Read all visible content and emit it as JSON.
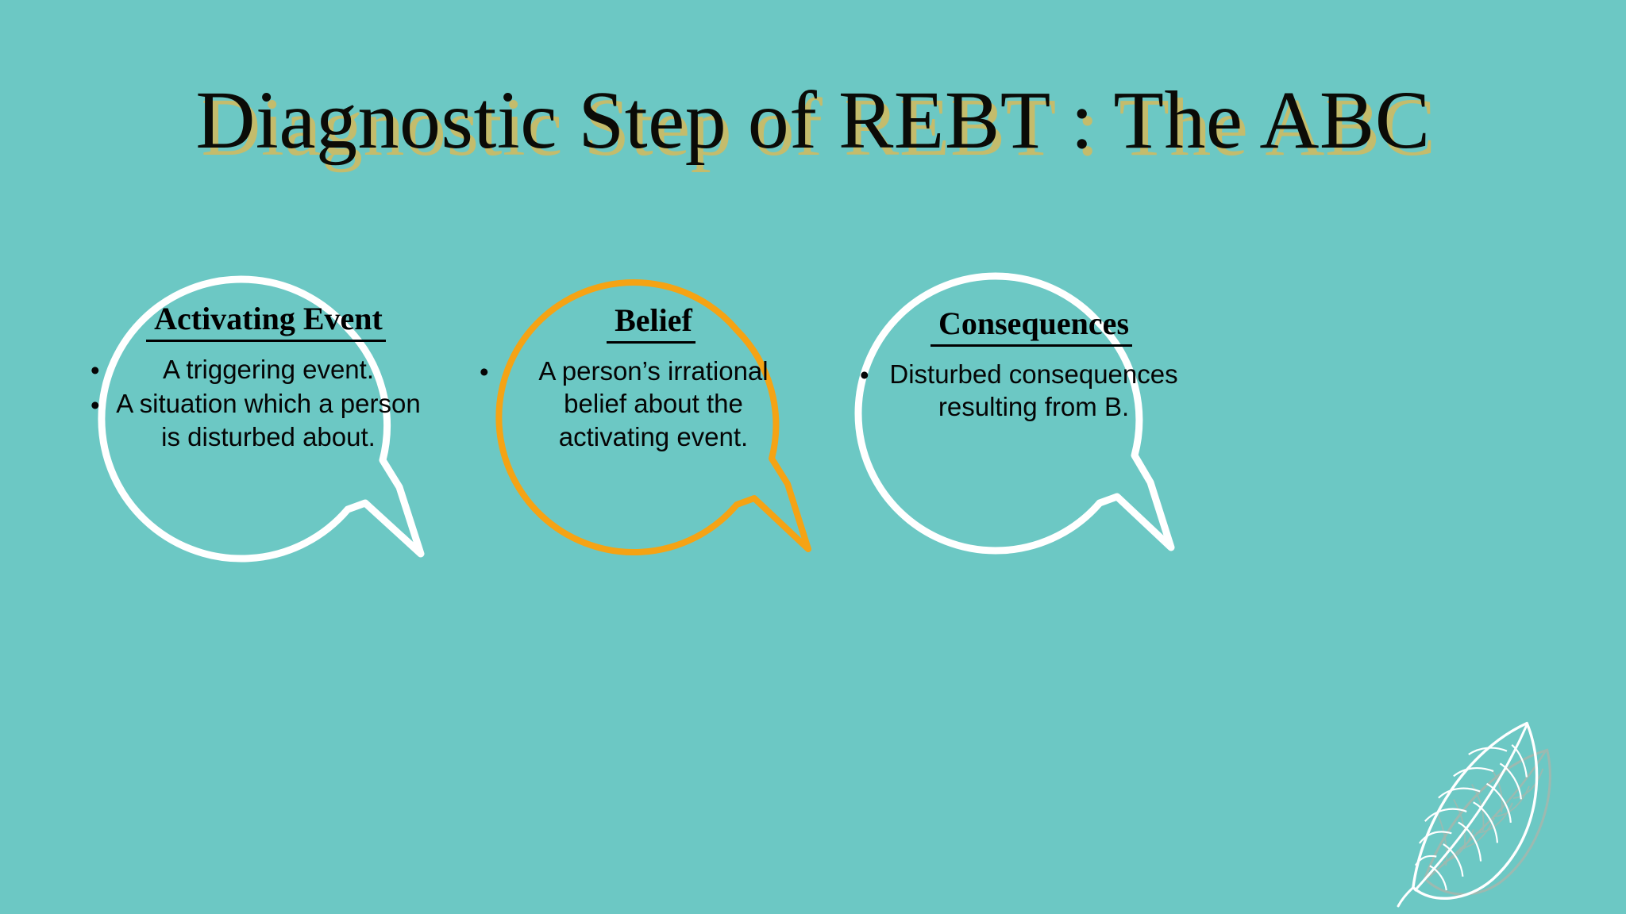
{
  "slide": {
    "background_color": "#6cc8c4",
    "title": "Diagnostic Step of REBT : The ABC",
    "title_shadow_color": "#c4bc6c",
    "title_color": "#0b0b07"
  },
  "bubbles": [
    {
      "id": "activating-event",
      "heading": " Activating Event",
      "stroke_color": "#ffffff",
      "items": [
        "A triggering event.",
        "A situation which a person is disturbed about."
      ]
    },
    {
      "id": "belief",
      "heading": "Belief",
      "stroke_color": "#f5a314",
      "items": [
        "A person’s irrational belief about the activating event."
      ]
    },
    {
      "id": "consequences",
      "heading": "Consequences",
      "stroke_color": "#ffffff",
      "items": [
        "Disturbed consequences resulting from B."
      ]
    }
  ],
  "decoration": {
    "leaf": "leaf-illustration",
    "leaf_color": "#ffffff",
    "leaf_ghost_color": "#d9a99a"
  },
  "bullet_glyph": "•"
}
